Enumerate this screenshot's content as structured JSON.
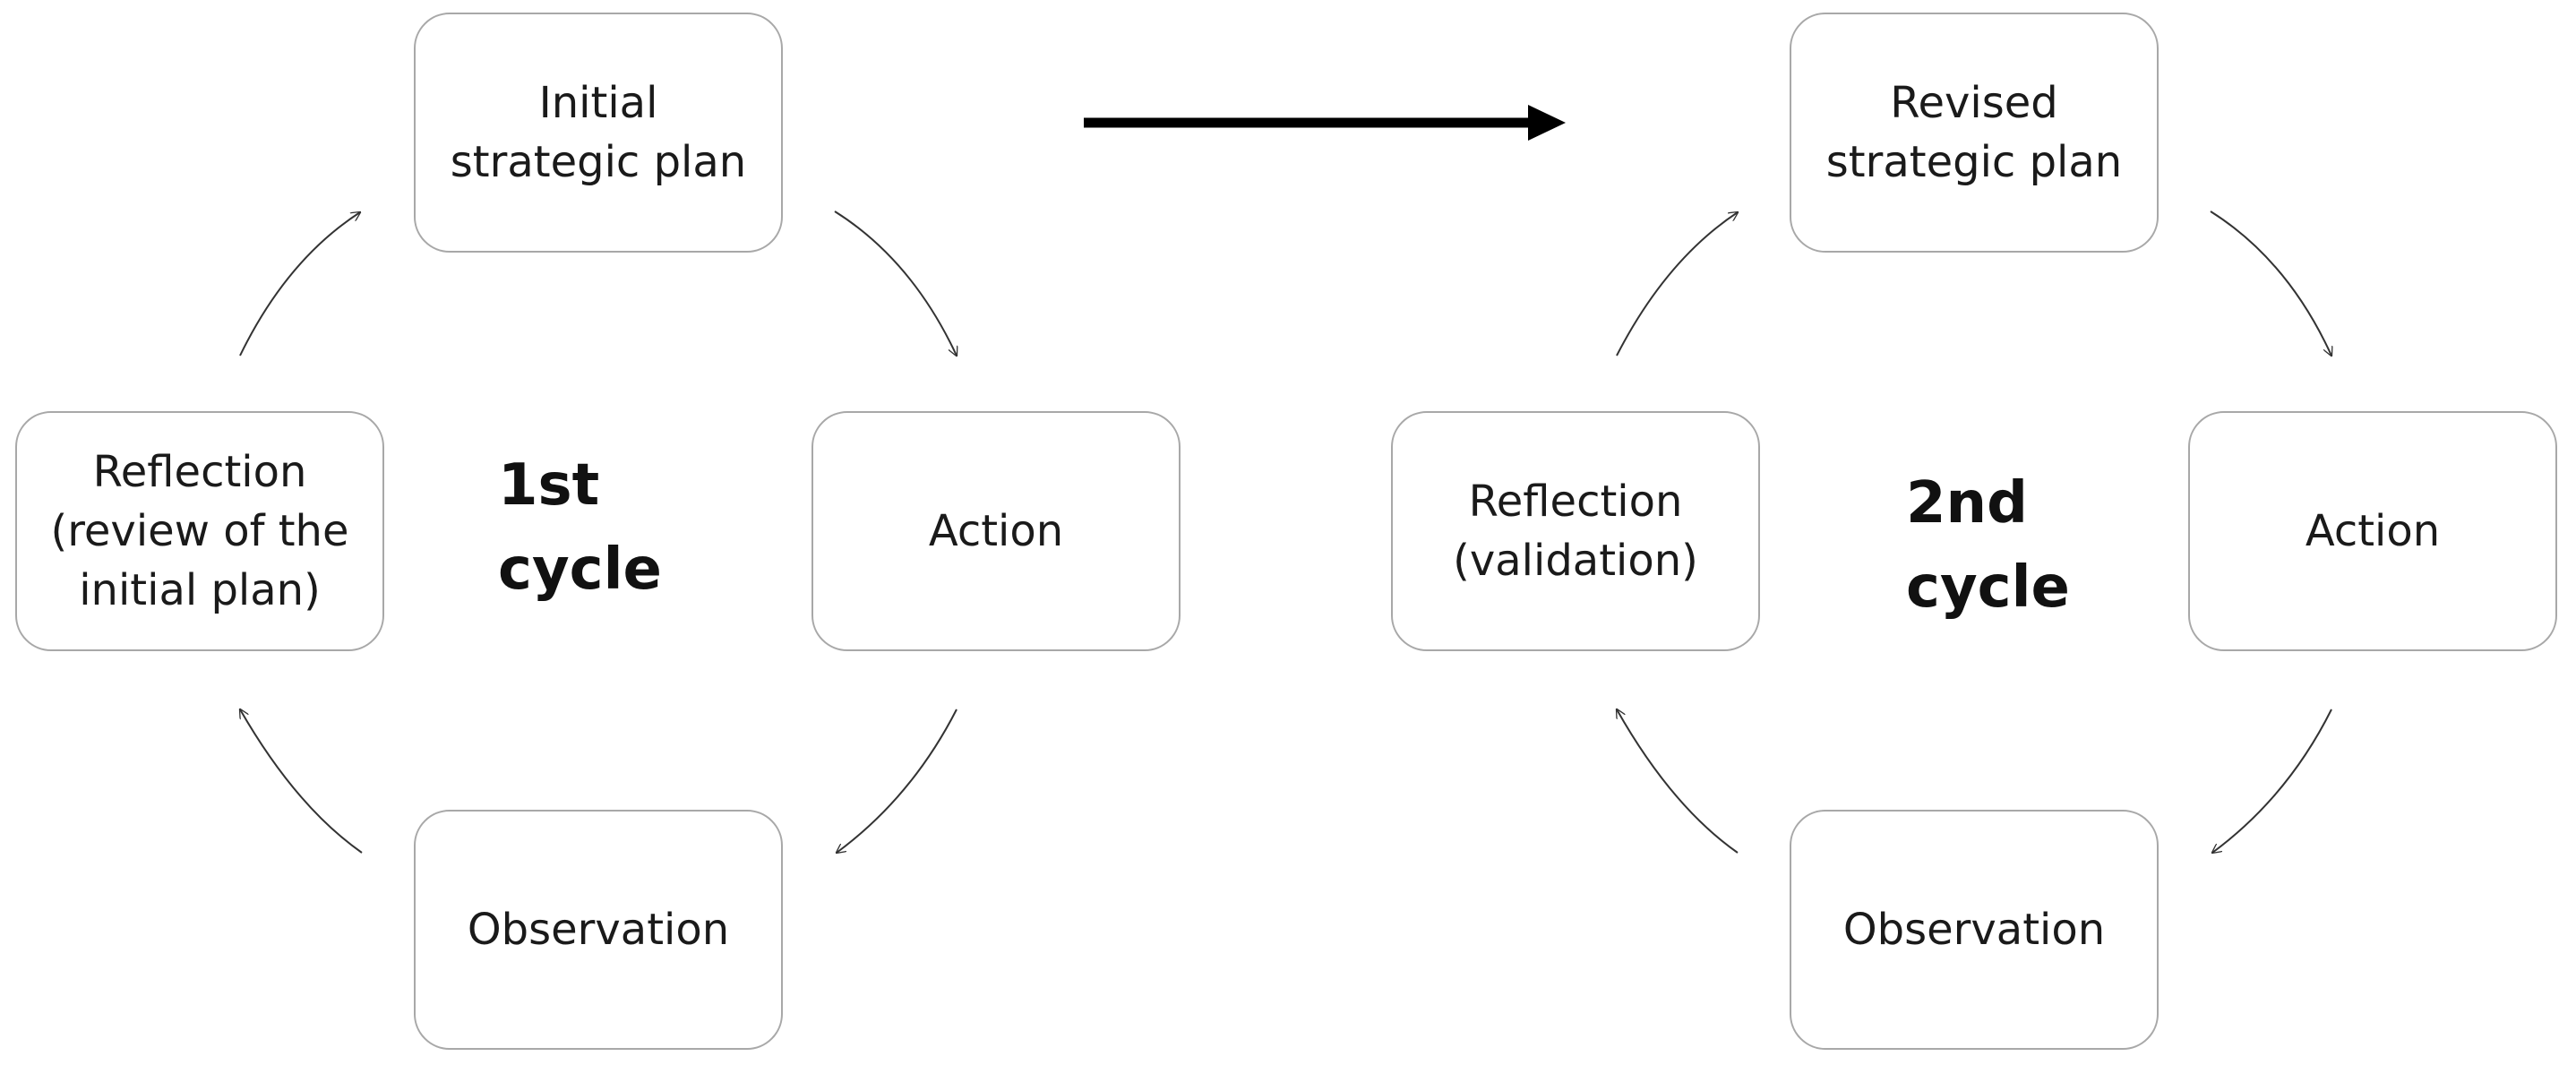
{
  "cycle1": {
    "label": "1st\ncycle",
    "plan": "Initial\nstrategic plan",
    "action": "Action",
    "observation": "Observation",
    "reflection": "Reflection\n(review of the\ninitial plan)"
  },
  "cycle2": {
    "label": "2nd\ncycle",
    "plan": "Revised\nstrategic plan",
    "action": "Action",
    "observation": "Observation",
    "reflection": "Reflection\n(validation)"
  },
  "colors": {
    "box_border": "#a8a8a8",
    "arrow": "#333333",
    "main_arrow": "#000000",
    "text": "#1a1a1a"
  }
}
